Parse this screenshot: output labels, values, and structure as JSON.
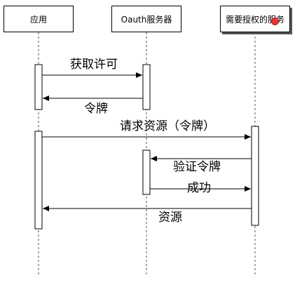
{
  "participants": {
    "app": "应用",
    "oauth": "Oauth服务器",
    "service": "需要授权的服务"
  },
  "messages": {
    "get_permission": "获取许可",
    "token": "令牌",
    "request_resource": "请求资源（令牌）",
    "verify_token": "验证令牌",
    "success": "成功",
    "resource": "资源"
  },
  "colors": {
    "line": "#000000",
    "lifeline": "#555555",
    "badge": "#e53935"
  }
}
